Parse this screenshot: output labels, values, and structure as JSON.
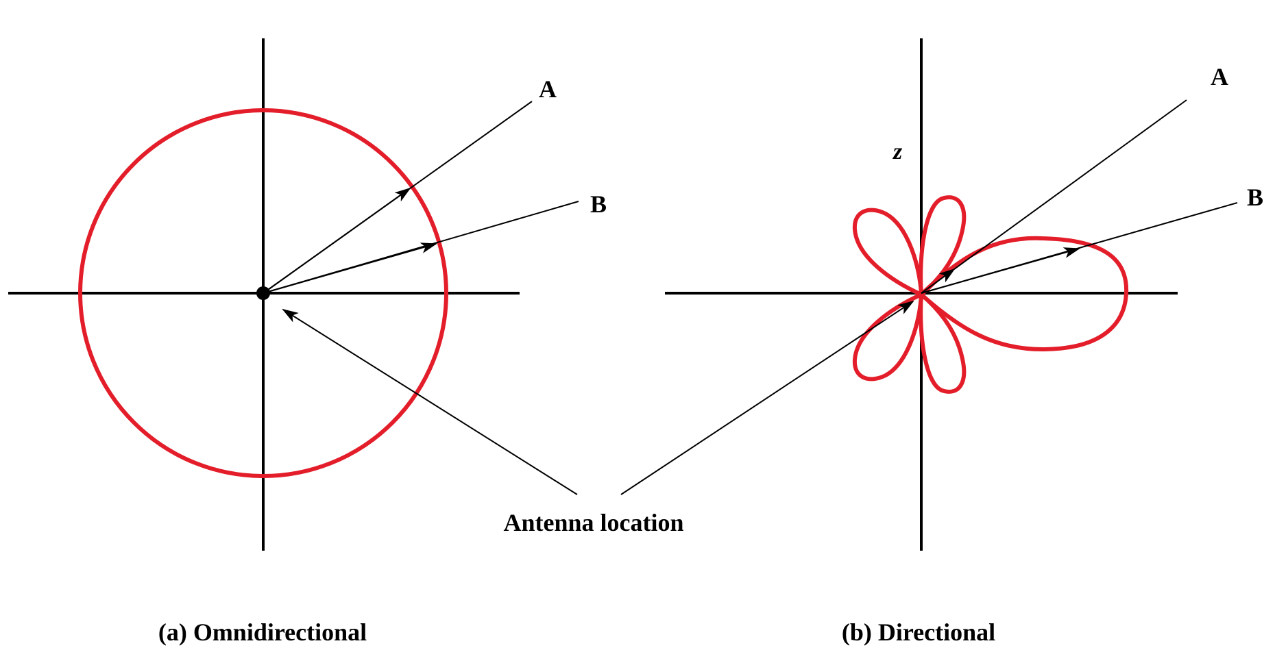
{
  "panels": {
    "omni": {
      "caption": "(a) Omnidirectional",
      "ray_a_label": "A",
      "ray_b_label": "B"
    },
    "directional": {
      "caption": "(b) Directional",
      "ray_a_label": "A",
      "ray_b_label": "B",
      "axis_label": "z"
    }
  },
  "shared_label": "Antenna location",
  "colors": {
    "pattern": "#e31e2a",
    "lines": "#000000",
    "background": "#ffffff"
  }
}
